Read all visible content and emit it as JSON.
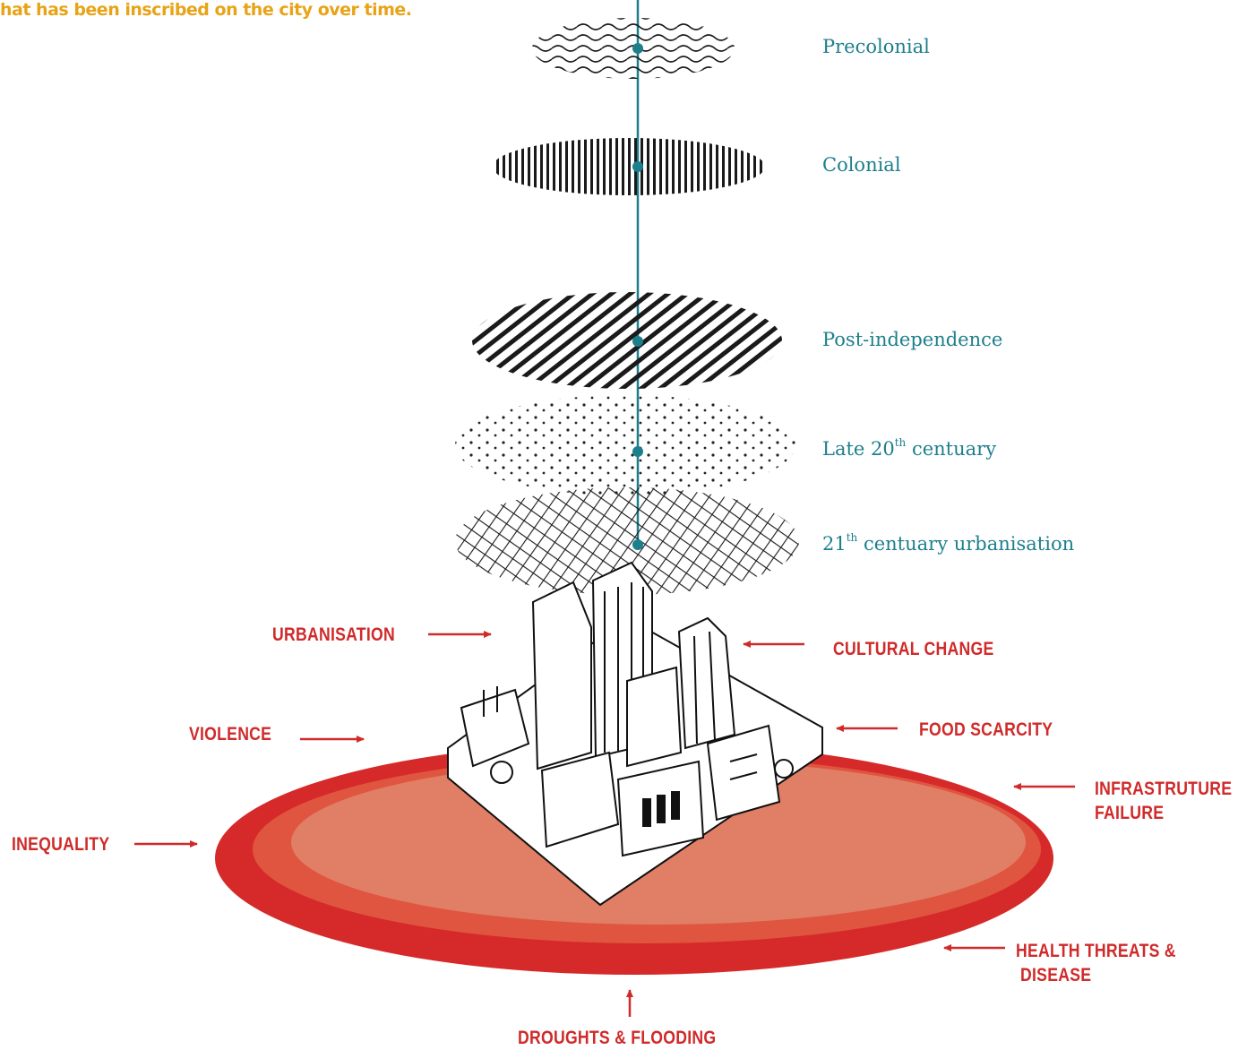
{
  "caption": "hat has been inscribed on the city over time.",
  "eras": [
    {
      "name": "Precolonial"
    },
    {
      "name": "Colonial"
    },
    {
      "name": "Post-independence"
    },
    {
      "name": "Late 20",
      "sup": "th",
      "rest": " centuary"
    },
    {
      "name": "21",
      "sup": "th",
      "rest": " centuary urbanisation"
    }
  ],
  "forces": {
    "urbanisation": "URBANISATION",
    "cultural_change": "CULTURAL CHANGE",
    "violence": "VIOLENCE",
    "food_scarcity": "FOOD SCARCITY",
    "infrastructure_line1": "INFRASTRUTURE",
    "infrastructure_line2": "FAILURE",
    "inequality": "INEQUALITY",
    "health_line1": "HEALTH THREATS &",
    "health_line2": "DISEASE",
    "droughts": "DROUGHTS & FLOODING"
  },
  "colors": {
    "era_text": "#1d7f8c",
    "axis": "#1d7f8c",
    "force_text": "#d02a2a",
    "caption": "#e8a317",
    "ring_outer": "#d62a2a",
    "ring_middle": "#e0553f",
    "ring_inner": "#e07f65"
  },
  "icons": [
    "timeline-axis",
    "hatched-layer-disc",
    "city-block-drawing",
    "red-base-rings",
    "arrow-icon"
  ]
}
